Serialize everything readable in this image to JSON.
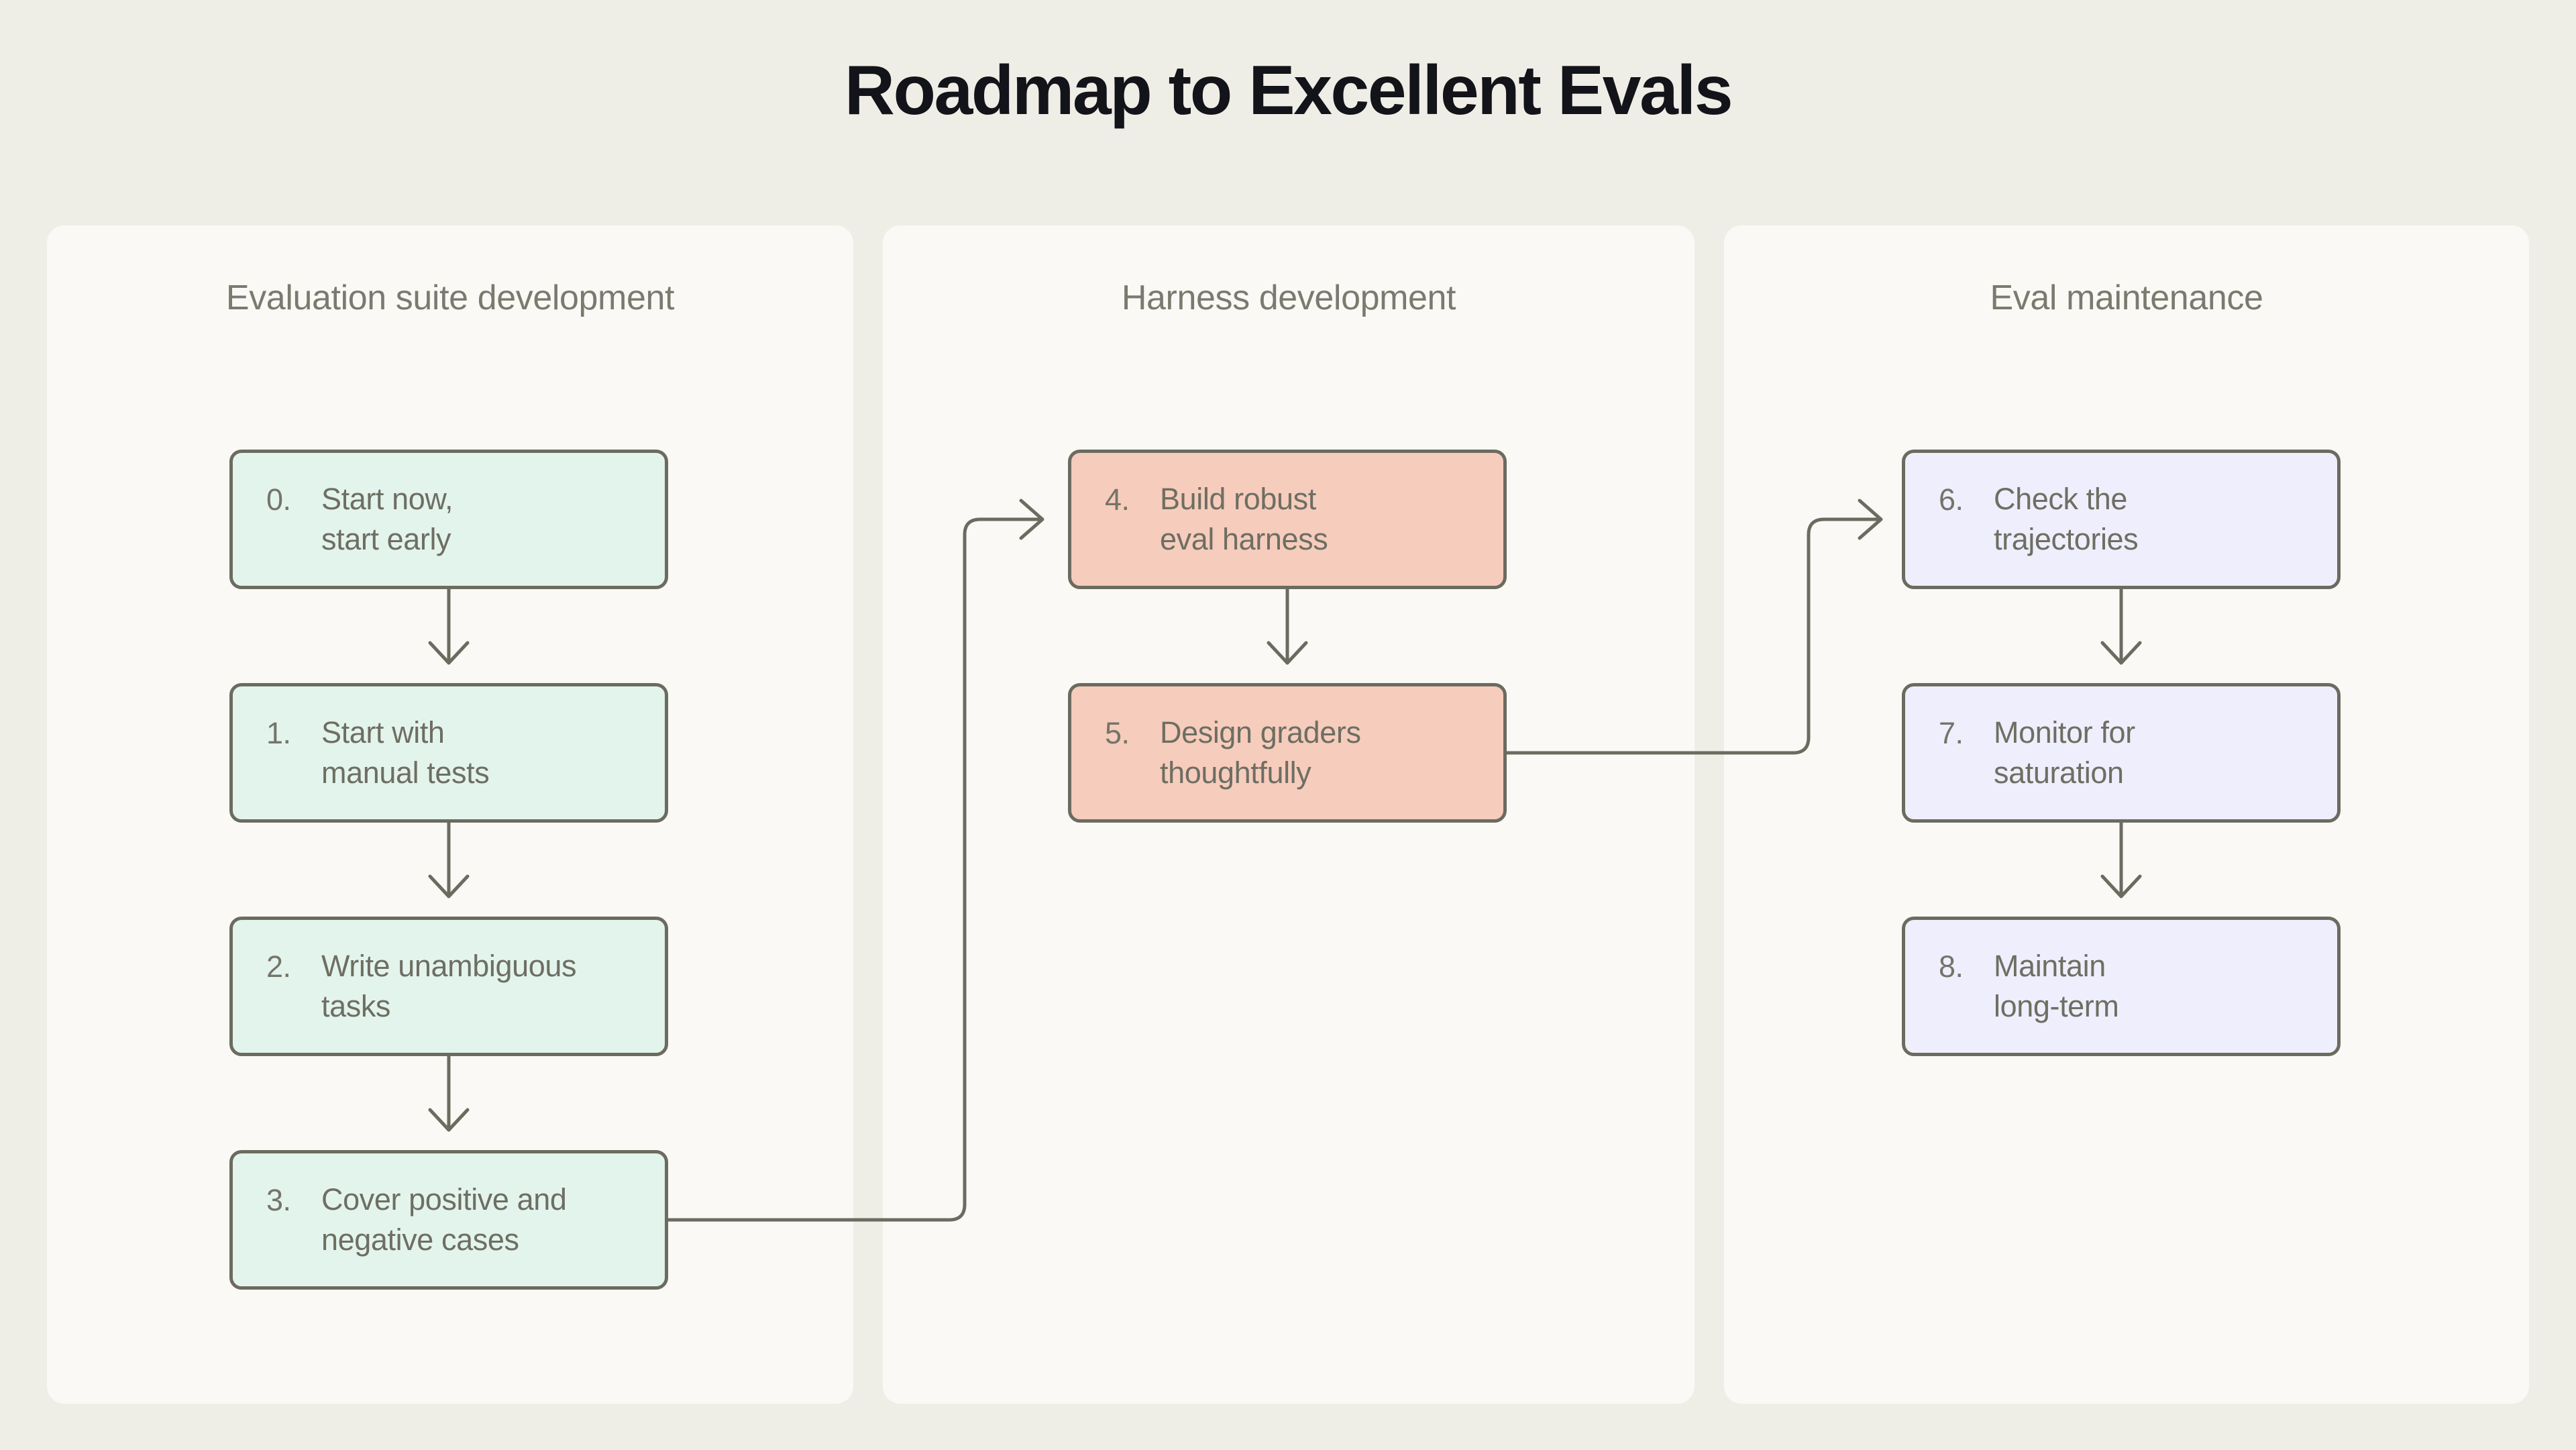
{
  "title": "Roadmap to Excellent Evals",
  "colors": {
    "page_background": "#EFEEE6",
    "panel_background": "#FAF9F5",
    "title_text": "#13131A",
    "heading_text": "#7A7A6E",
    "card_text": "#6E6E63",
    "card_border": "#6B6B60",
    "connector": "#6B6B60",
    "column_1_fill": "#E3F4EC",
    "column_2_fill": "#F6CCBC",
    "column_3_fill": "#EFEEFC"
  },
  "columns": [
    {
      "heading": "Evaluation suite development",
      "steps": [
        {
          "num": "0.",
          "label": "Start now,\nstart early"
        },
        {
          "num": "1.",
          "label": "Start with\nmanual tests"
        },
        {
          "num": "2.",
          "label": "Write unambiguous\ntasks"
        },
        {
          "num": "3.",
          "label": "Cover positive and\nnegative cases"
        }
      ]
    },
    {
      "heading": "Harness development",
      "steps": [
        {
          "num": "4.",
          "label": "Build robust\neval harness"
        },
        {
          "num": "5.",
          "label": "Design graders\nthoughtfully"
        }
      ]
    },
    {
      "heading": "Eval maintenance",
      "steps": [
        {
          "num": "6.",
          "label": "Check the\ntrajectories"
        },
        {
          "num": "7.",
          "label": "Monitor for\nsaturation"
        },
        {
          "num": "8.",
          "label": "Maintain\nlong-term"
        }
      ]
    }
  ],
  "connections": [
    {
      "from": "0",
      "to": "1",
      "kind": "down-arrow"
    },
    {
      "from": "1",
      "to": "2",
      "kind": "down-arrow"
    },
    {
      "from": "2",
      "to": "3",
      "kind": "down-arrow"
    },
    {
      "from": "3",
      "to": "4",
      "kind": "elbow-arrow"
    },
    {
      "from": "4",
      "to": "5",
      "kind": "down-arrow"
    },
    {
      "from": "5",
      "to": "6",
      "kind": "elbow-arrow"
    },
    {
      "from": "6",
      "to": "7",
      "kind": "down-arrow"
    },
    {
      "from": "7",
      "to": "8",
      "kind": "down-arrow"
    }
  ]
}
